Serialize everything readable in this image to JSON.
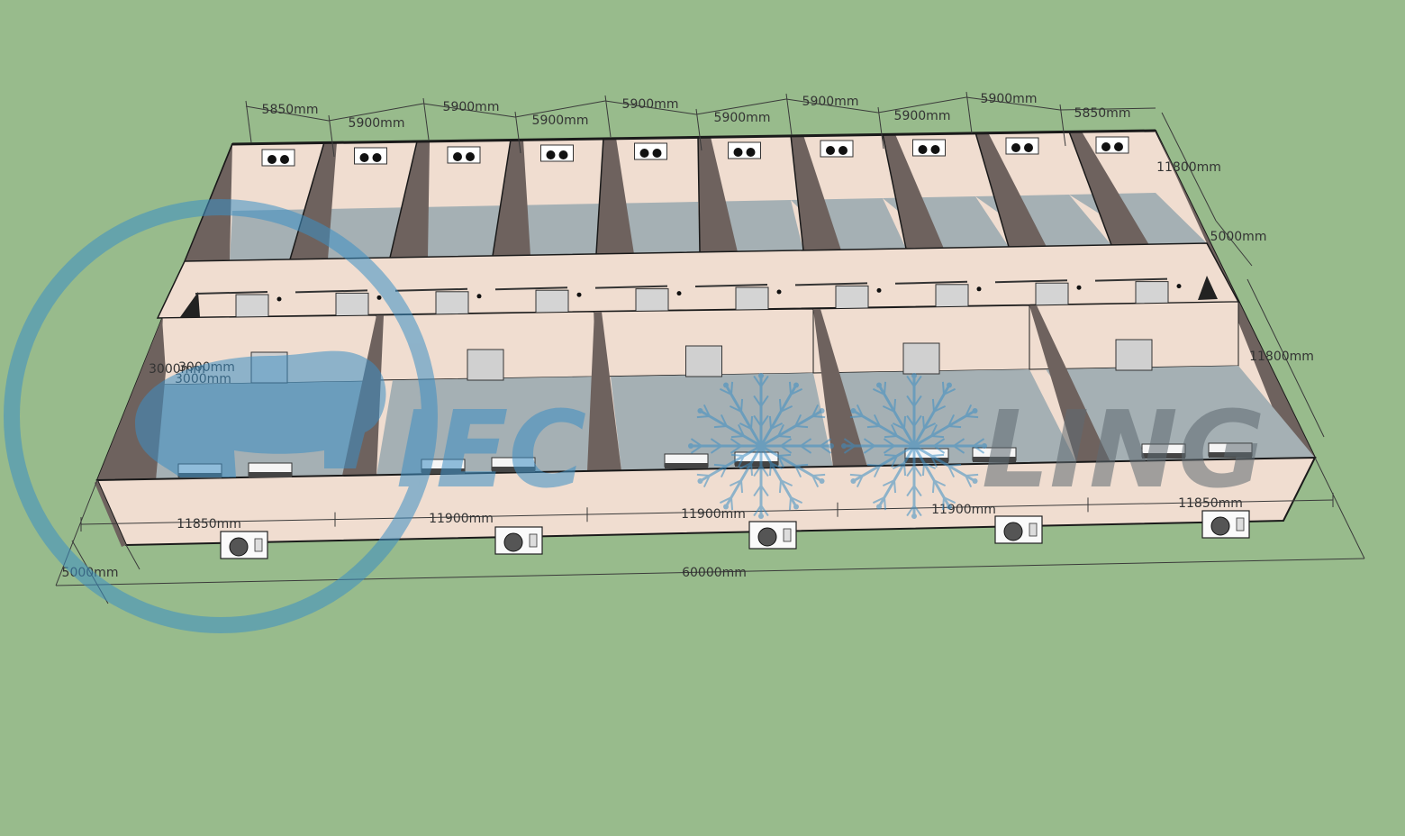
{
  "colors": {
    "ground": "#98bb8c",
    "wall_inner": "#f0ddd0",
    "wall_side": "#6e625e",
    "floor": "#a5b0b4",
    "outline": "#1a1a1a",
    "dim_line": "#3a3a3a",
    "watermark_blue": "#3d8fc4",
    "watermark_grey": "#5f6b72"
  },
  "drawing": {
    "top_dims": [
      "5850mm",
      "5900mm",
      "5900mm",
      "5900mm",
      "5900mm",
      "5900mm",
      "5900mm",
      "5900mm",
      "5900mm",
      "5850mm"
    ],
    "bottom_dims": [
      "11850mm",
      "11900mm",
      "11900mm",
      "11900mm",
      "11850mm"
    ],
    "total_length": "60000mm",
    "right_dims": [
      "11800mm",
      "5000mm",
      "11800mm"
    ],
    "left_dim": "5000mm",
    "height_labels": [
      "3000mm",
      "3000mm",
      "3000mm"
    ]
  },
  "watermark": {
    "letters_blue": "IEC",
    "letters_grey": "LING",
    "icon": "snowflake-icon"
  }
}
